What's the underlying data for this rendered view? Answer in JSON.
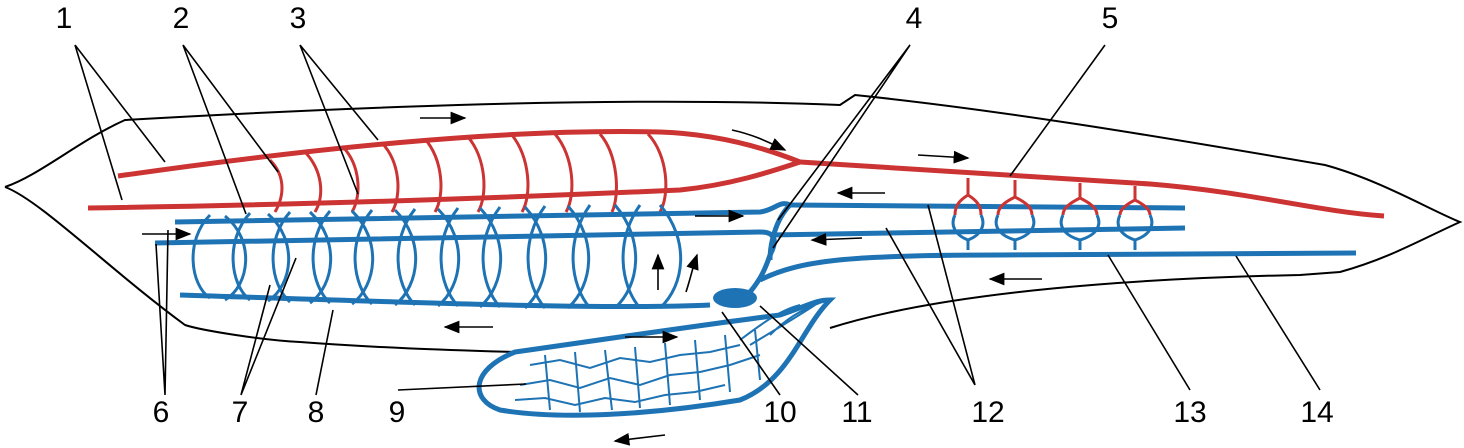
{
  "labels": {
    "l1": "1",
    "l2": "2",
    "l3": "3",
    "l4": "4",
    "l5": "5",
    "l6": "6",
    "l7": "7",
    "l8": "8",
    "l9": "9",
    "l10": "10",
    "l11": "11",
    "l12": "12",
    "l13": "13",
    "l14": "14"
  },
  "colors": {
    "artery": "#cc3333",
    "vein": "#1e73b4",
    "outline": "#000000"
  }
}
